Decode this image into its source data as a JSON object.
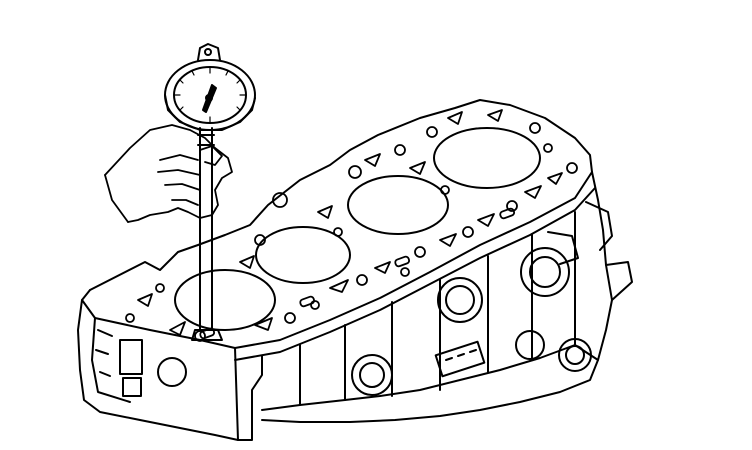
{
  "illustration": {
    "subject": "cylinder-bore-measurement",
    "line_color": "#000000",
    "background_color": "#ffffff",
    "cylinder_count": 4,
    "tool": "dial-bore-gauge"
  }
}
